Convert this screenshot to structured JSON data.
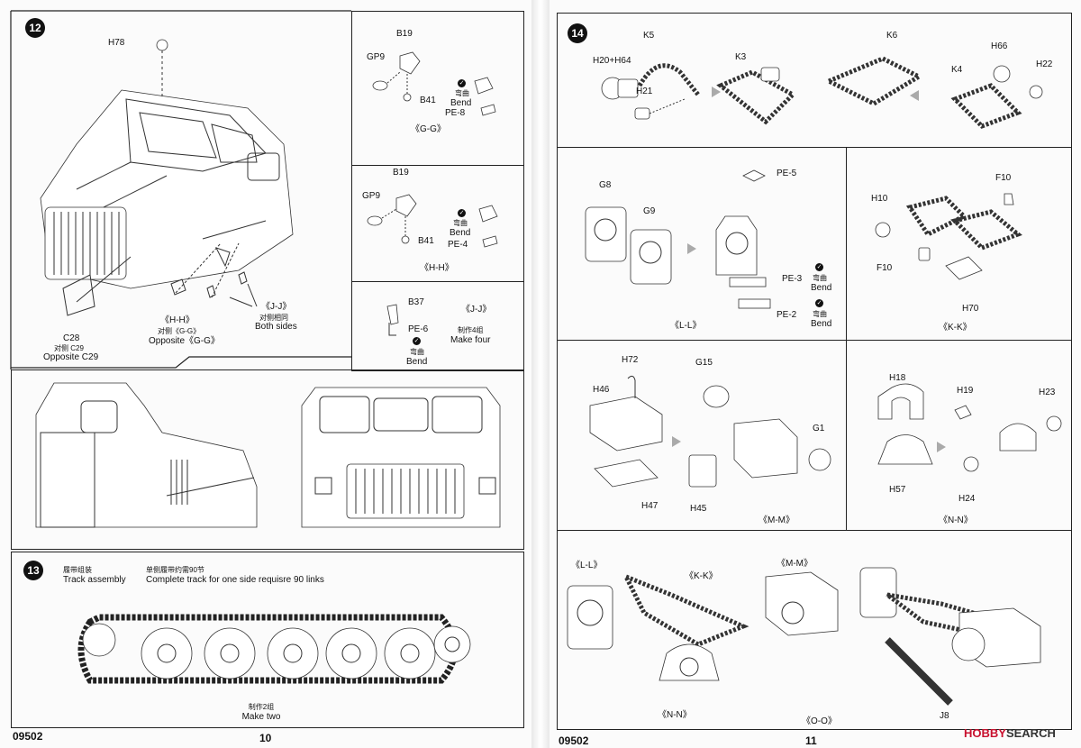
{
  "left_page": {
    "catalog": "09502",
    "page_number": "10",
    "step12": {
      "number": "12",
      "labels": {
        "h78": "H78",
        "c28": "C28",
        "c28_cn": "对侧 C29",
        "c28_en": "Opposite C29",
        "hh": "《H-H》",
        "gg_cn": "对侧《G-G》",
        "gg_en": "Opposite《G-G》",
        "jj": "《J-J》",
        "jj_cn": "对侧相同",
        "jj_en": "Both sides"
      }
    },
    "gg_box": {
      "b19": "B19",
      "gp9": "GP9",
      "b41": "B41",
      "bend_cn": "弯曲",
      "bend_en": "Bend",
      "pe8": "PE-8",
      "title": "《G-G》"
    },
    "hh_box": {
      "b19": "B19",
      "gp9": "GP9",
      "b41": "B41",
      "bend_cn": "弯曲",
      "bend_en": "Bend",
      "pe4": "PE-4",
      "title": "《H-H》"
    },
    "jj_box": {
      "b37": "B37",
      "pe6": "PE-6",
      "bend_cn": "弯曲",
      "bend_en": "Bend",
      "title": "《J-J》",
      "make_cn": "制作4组",
      "make_en": "Make four"
    },
    "step13": {
      "number": "13",
      "track_cn": "履带组装",
      "track_en": "Track assembly",
      "links_cn": "单侧履带约需90节",
      "links_en": "Complete track for one side requisre 90 links",
      "make_cn": "制作2组",
      "make_en": "Make two"
    }
  },
  "right_page": {
    "catalog": "09502",
    "page_number": "11",
    "step14": {
      "number": "14",
      "k5": "K5",
      "h20h64": "H20+H64",
      "h21": "H21",
      "k3": "K3",
      "k6": "K6",
      "h66": "H66",
      "k4": "K4",
      "h22": "H22"
    },
    "ll_box": {
      "g8": "G8",
      "g9": "G9",
      "pe5": "PE-5",
      "pe3": "PE-3",
      "pe2": "PE-2",
      "bend_cn": "弯曲",
      "bend_en": "Bend",
      "title": "《L-L》"
    },
    "kk_box": {
      "f10a": "F10",
      "h10": "H10",
      "f10b": "F10",
      "h70": "H70",
      "title": "《K-K》"
    },
    "mm_box": {
      "h72": "H72",
      "g15": "G15",
      "h46": "H46",
      "g1": "G1",
      "h47": "H47",
      "h45": "H45",
      "title": "《M-M》"
    },
    "nn_box": {
      "h18": "H18",
      "h19": "H19",
      "h23": "H23",
      "h57": "H57",
      "h24": "H24",
      "title": "《N-N》"
    },
    "oo_box": {
      "ll": "《L-L》",
      "kk": "《K-K》",
      "mm": "《M-M》",
      "nn": "《N-N》",
      "oo": "《O-O》",
      "j8": "J8"
    },
    "watermark": {
      "brand": "HOBBY",
      "rest": "SEARCH"
    }
  }
}
